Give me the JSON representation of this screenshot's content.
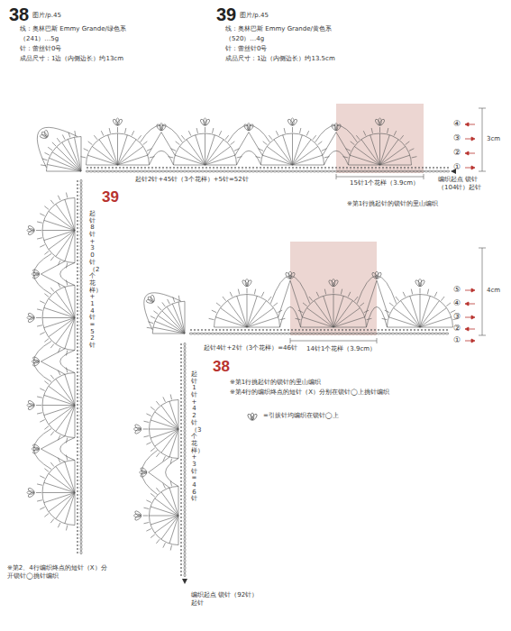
{
  "diagram": {
    "labels": [
      "38",
      "图片/p.45",
      "线：奥林巴斯 Emmy Grande/绿色系",
      "（241）…5g",
      "针：蕾丝针0号",
      "成品尺寸：1边（内侧边长）约13cm",
      "39",
      "图片/p.45",
      "线：奥林巴斯 Emmy Grande/黄色系",
      "（520）…4g",
      "针：蕾丝针0号",
      "成品尺寸：1边（内侧边长）约13.5cm",
      "④",
      "③",
      "②",
      "①",
      "3cm",
      "起针2针+45针（3个花样）+5针=52针",
      "15针1个花样（3.9cm）",
      "编织起点 锁针（104针）起针",
      "※第1行挑起针的锁针的里山编织",
      "39",
      "起针8针+30针（2个花样）+14针=52针",
      "⑤",
      "④",
      "③",
      "②",
      "①",
      "4cm",
      "起针4针+2针（3个花样）=46针",
      "14针1个花样（3.9cm）",
      "38",
      "※第1行挑起针的锁针的里山编织",
      "※第4行的编织终点的短针（X）分别在锁针◯上挑针编织",
      "起针1针+42针（3个花样）+3针=46针",
      "编织起点 锁针（92针）起针",
      "※第2、4行编织终点的短针（X）分开锁针◯挑针编织"
    ],
    "legend": [
      {
        "text": "=引拔针均编织在锁针◯上"
      }
    ]
  }
}
